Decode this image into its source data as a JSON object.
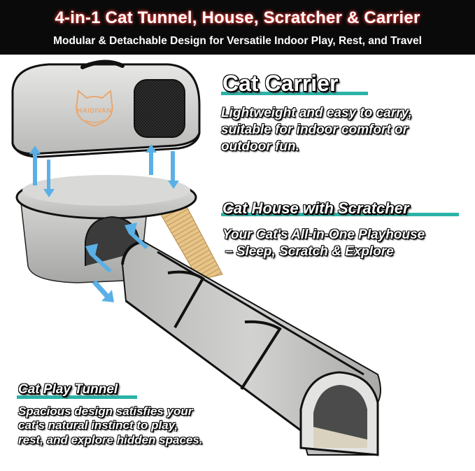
{
  "header": {
    "title": "4-in-1 Cat Tunnel, House, Scratcher & Carrier",
    "subtitle": "Modular & Detachable Design for Versatile Indoor Play, Rest, and Travel"
  },
  "product": {
    "brand": "HAIDIVAN"
  },
  "features": {
    "carrier": {
      "title": "Cat Carrier",
      "description_lines": [
        "Lightweight and easy to carry,",
        "suitable for indoor comfort or",
        "outdoor fun."
      ]
    },
    "house": {
      "title": "Cat House with Scratcher",
      "description_lines": [
        "Your Cat's All-in-One Playhouse",
        "– Sleep, Scratch & Explore"
      ]
    },
    "tunnel": {
      "title": "Cat Play Tunnel",
      "description_lines": [
        "Spacious design satisfies your",
        "cat's natural instinct to play,",
        "rest, and explore hidden spaces."
      ]
    }
  },
  "colors": {
    "banner_bg": "#0a0a0a",
    "accent_teal": "#2bb3a8",
    "product_gray": "#c8c9c7",
    "arrow_blue": "#5ab0e6",
    "scratcher_tan": "#e7c58a"
  }
}
